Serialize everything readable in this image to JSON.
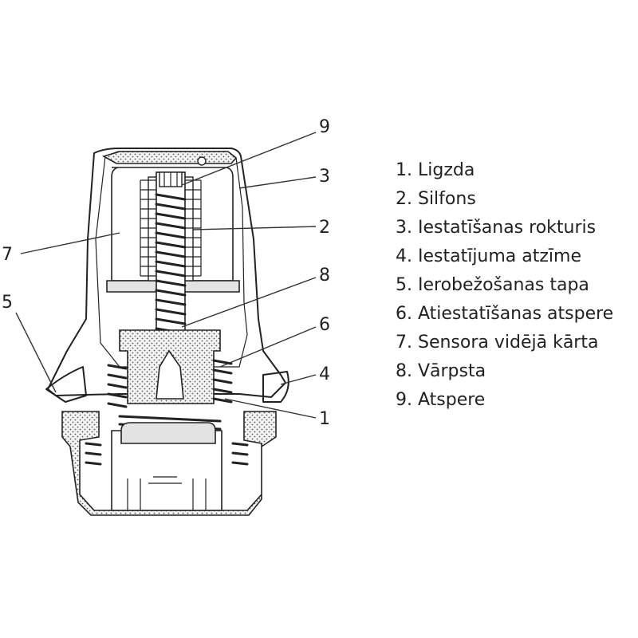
{
  "callouts": [
    {
      "number": "9"
    },
    {
      "number": "3"
    },
    {
      "number": "2"
    },
    {
      "number": "7"
    },
    {
      "number": "8"
    },
    {
      "number": "5"
    },
    {
      "number": "6"
    },
    {
      "number": "4"
    },
    {
      "number": "1"
    }
  ],
  "legend": [
    "1. Ligzda",
    "2. Silfons",
    "3. Iestatīšanas rokturis",
    "4. Iestatījuma atzīme",
    "5. Ierobežošanas tapa",
    "6. Atiestatīšanas atspere",
    "7. Sensora vidējā kārta",
    "8. Vārpsta",
    "9. Atspere"
  ]
}
